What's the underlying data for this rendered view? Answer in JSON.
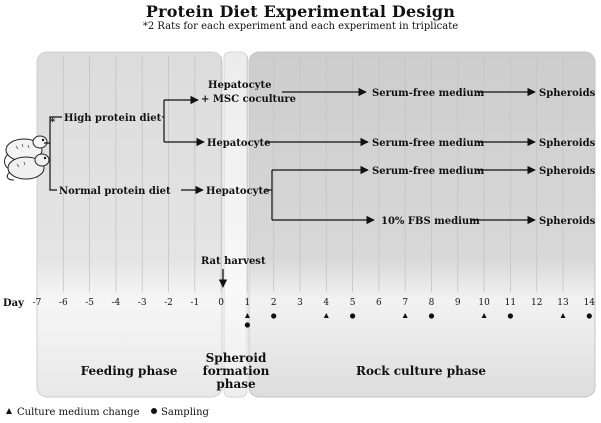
{
  "title": "Protein Diet Experimental Design",
  "subtitle": "*2 Rats for each experiment and each experiment in triplicate",
  "nodes": {
    "high_protein": "High protein diet",
    "normal_protein": "Normal protein diet",
    "coculture_line1": "Hepatocyte",
    "coculture_line2": "+ MSC  coculture",
    "hepatocyte_a": "Hepatocyte",
    "hepatocyte_b": "Hepatocyte",
    "serum_free_1": "Serum-free medium",
    "serum_free_2": "Serum-free medium",
    "serum_free_3": "Serum-free medium",
    "fbs_medium": "10% FBS medium",
    "spheroids_1": "Spheroids",
    "spheroids_2": "Spheroids",
    "spheroids_3": "Spheroids",
    "spheroids_4": "Spheroids",
    "rat_harvest": "Rat harvest",
    "asterisk": "*"
  },
  "timeline": {
    "axis_label": "Day",
    "days": [
      -7,
      -6,
      -5,
      -4,
      -3,
      -2,
      -1,
      0,
      1,
      2,
      3,
      4,
      5,
      6,
      7,
      8,
      9,
      10,
      11,
      12,
      13,
      14
    ],
    "medium_change_days": [
      1,
      4,
      7,
      10,
      13
    ],
    "sampling_days": [
      1,
      2,
      5,
      8,
      11,
      14
    ]
  },
  "phases": {
    "feeding": "Feeding phase",
    "spheroid_line1": "Spheroid",
    "spheroid_line2": "formation",
    "spheroid_line3": "phase",
    "rock": "Rock culture phase"
  },
  "legend": {
    "medium_change": "Culture medium change",
    "sampling": "Sampling"
  },
  "icons": {
    "rats": "rat-icon",
    "medium_change_marker": "triangle-icon",
    "sampling_marker": "dot-icon"
  }
}
